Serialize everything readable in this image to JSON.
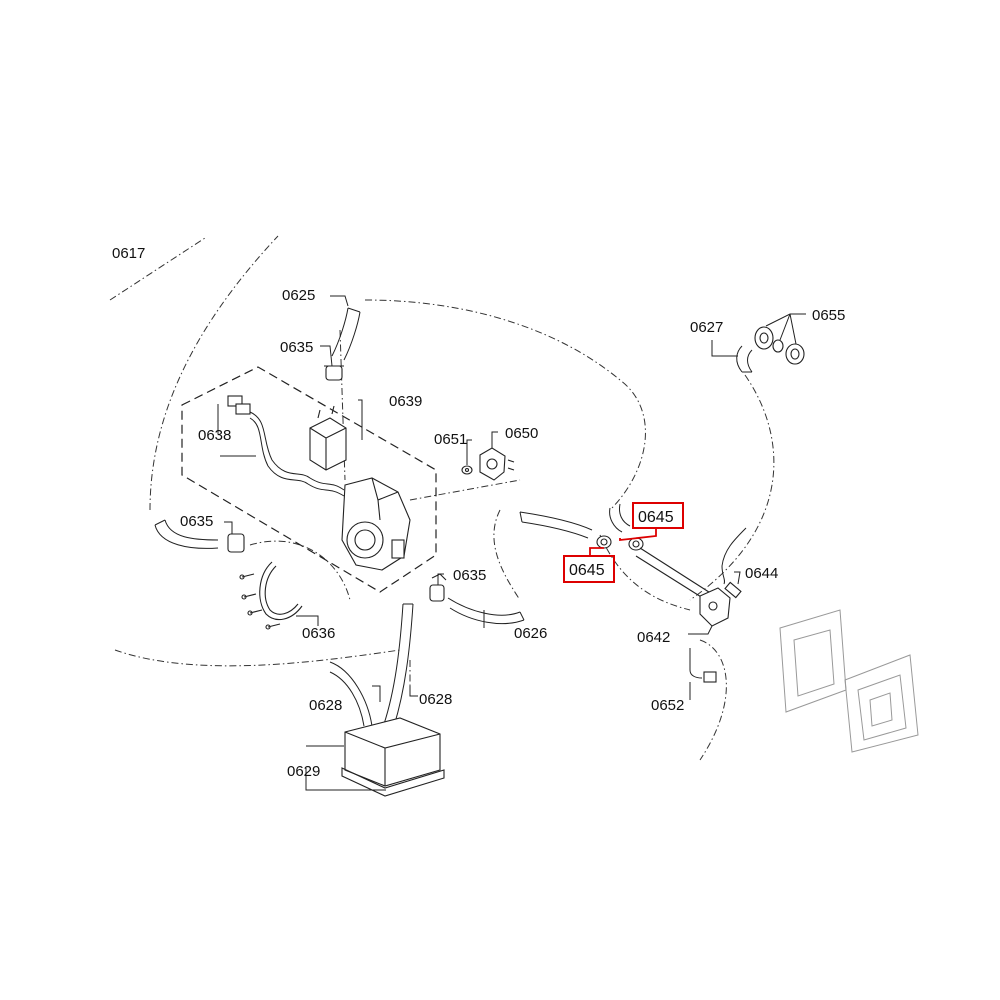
{
  "labels": {
    "p0617": "0617",
    "p0625": "0625",
    "p0635a": "0635",
    "p0639": "0639",
    "p0638": "0638",
    "p0651": "0651",
    "p0650": "0650",
    "p0627": "0627",
    "p0655": "0655",
    "p0635b": "0635",
    "p0645a": "0645",
    "p0645b": "0645",
    "p0644": "0644",
    "p0635c": "0635",
    "p0636": "0636",
    "p0626": "0626",
    "p0642": "0642",
    "p0628a": "0628",
    "p0628b": "0628",
    "p0652": "0652",
    "p0629": "0629"
  },
  "highlight": {
    "color": "#dd0000",
    "callouts": [
      "0645",
      "0645"
    ]
  }
}
